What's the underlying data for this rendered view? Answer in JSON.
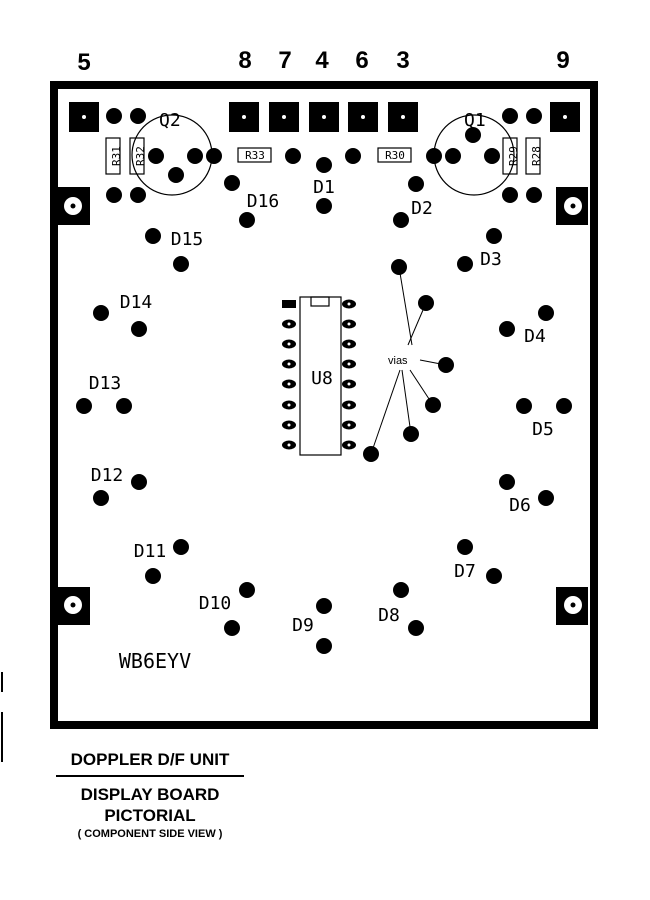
{
  "board": {
    "connector_numbers": [
      "5",
      "8",
      "7",
      "4",
      "6",
      "3",
      "9"
    ],
    "transistors": [
      "Q2",
      "Q1"
    ],
    "resistors": [
      "R31",
      "R32",
      "R33",
      "R30",
      "R29",
      "R28"
    ],
    "diodes": [
      "D1",
      "D2",
      "D3",
      "D4",
      "D5",
      "D6",
      "D7",
      "D8",
      "D9",
      "D10",
      "D11",
      "D12",
      "D13",
      "D14",
      "D15",
      "D16"
    ],
    "ic_label": "U8",
    "vias_label": "vias",
    "callsign": "WB6EYV"
  },
  "caption": {
    "title": "DOPPLER D/F UNIT",
    "subtitle": "DISPLAY BOARD PICTORIAL",
    "note": "( COMPONENT SIDE VIEW )"
  },
  "colors": {
    "ink": "#000000",
    "paper": "#ffffff"
  }
}
